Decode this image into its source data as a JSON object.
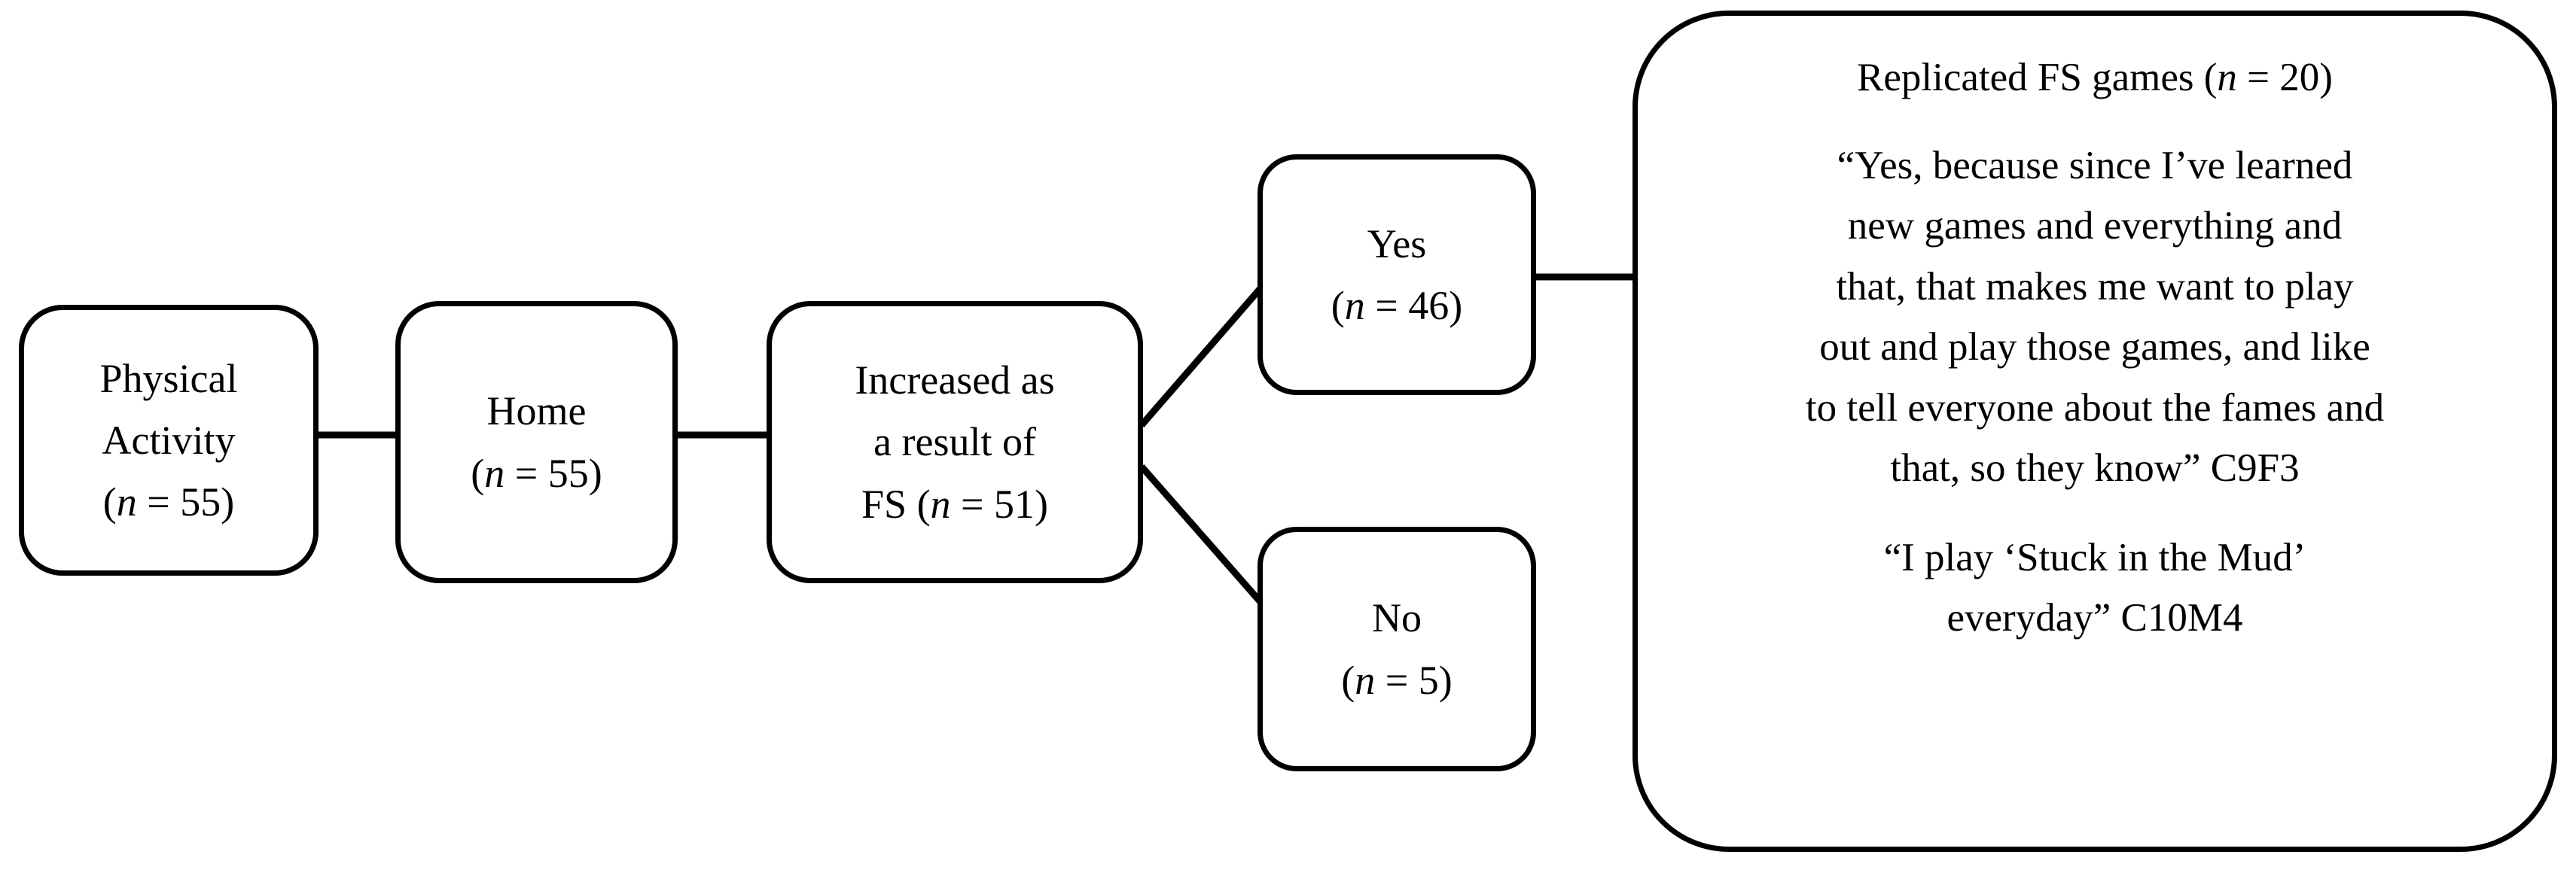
{
  "diagram": {
    "title": "Physical activity at home flowchart",
    "stroke_color": "#000000",
    "background_color": "#ffffff",
    "nodes": {
      "physical_activity": {
        "lines": [
          "Physical",
          "Activity",
          "(n = 55)"
        ],
        "label": "Physical Activity (n = 55)",
        "n": 55
      },
      "home": {
        "lines": [
          "Home",
          "(n = 55)"
        ],
        "label": "Home (n = 55)",
        "n": 55
      },
      "increased": {
        "lines": [
          "Increased as",
          "a result of",
          "FS (n = 51)"
        ],
        "label": "Increased as a result of FS (n = 51)",
        "n": 51
      },
      "yes": {
        "lines": [
          "Yes",
          "(n = 46)"
        ],
        "label": "Yes (n = 46)",
        "n": 46
      },
      "no": {
        "lines": [
          "No",
          "(n = 5)"
        ],
        "label": "No (n = 5)",
        "n": 5
      },
      "replicated": {
        "heading": "Replicated FS games (n = 20)",
        "n": 20,
        "quote_one": [
          "“Yes, because since I’ve learned",
          "new games and everything and",
          "that, that makes me want to play",
          "out and play those games, and like",
          "to tell everyone about the fames and",
          "that, so they know”  C9F3"
        ],
        "quote_two": [
          "“I play ‘Stuck in the Mud’",
          "everyday” C10M4"
        ]
      }
    },
    "edges": [
      {
        "name": "physical-activity-to-home",
        "from": "physical_activity",
        "to": "home",
        "style": "straight"
      },
      {
        "name": "home-to-increased",
        "from": "home",
        "to": "increased",
        "style": "straight"
      },
      {
        "name": "increased-to-yes",
        "from": "increased",
        "to": "yes",
        "style": "diagonal"
      },
      {
        "name": "increased-to-no",
        "from": "increased",
        "to": "no",
        "style": "diagonal"
      },
      {
        "name": "yes-to-replicated",
        "from": "yes",
        "to": "replicated",
        "style": "straight"
      }
    ]
  }
}
